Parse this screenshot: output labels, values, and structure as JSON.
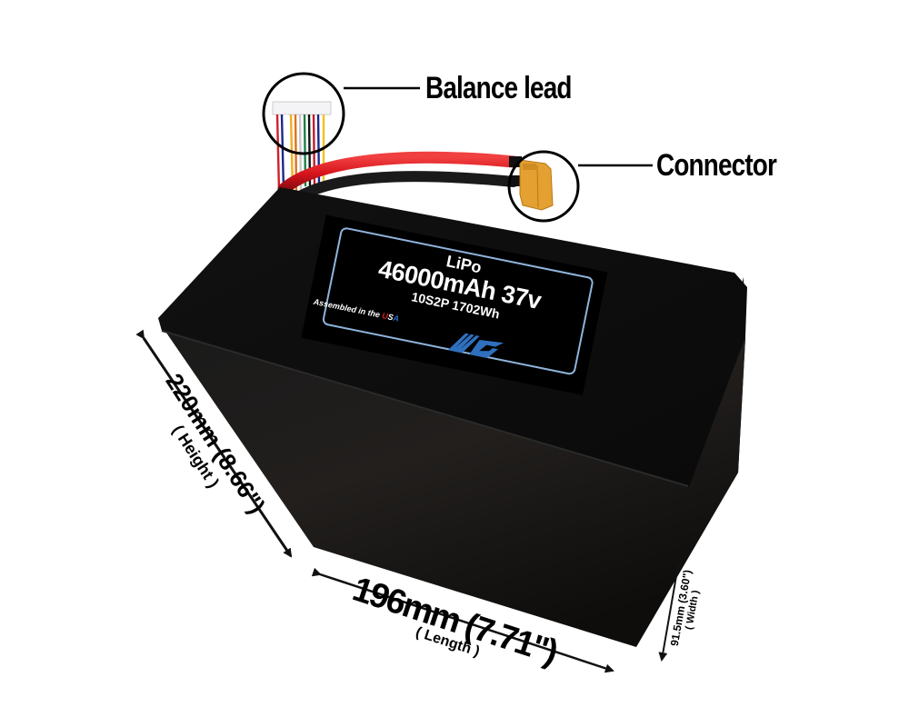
{
  "callouts": {
    "balance_lead": "Balance lead",
    "connector": "Connector"
  },
  "battery_label": {
    "chemistry": "LiPo",
    "capacity_voltage": "46000mAh 37v",
    "config_energy": "10S2P 1702Wh",
    "assembled_prefix": "Assembled in the ",
    "usa_u": "U",
    "usa_s": "S",
    "usa_a": "A",
    "brand_logo": "MA"
  },
  "dimensions": {
    "height": {
      "value": "220mm (8.66\")",
      "label": "( Height )"
    },
    "length": {
      "value": "196mm (7.71\")",
      "label": "( Length )"
    },
    "width": {
      "value": "91.5mm (3.60\")",
      "label": "( Width )"
    }
  },
  "colors": {
    "battery_body": "#0d0d0d",
    "label_border": "#8fb4dc",
    "usa_red": "#d42020",
    "usa_blue": "#2b6cc4",
    "logo_blue": "#2f6fbf",
    "power_wire_red": "#d8141c",
    "connector_yellow": "#e4a030"
  }
}
